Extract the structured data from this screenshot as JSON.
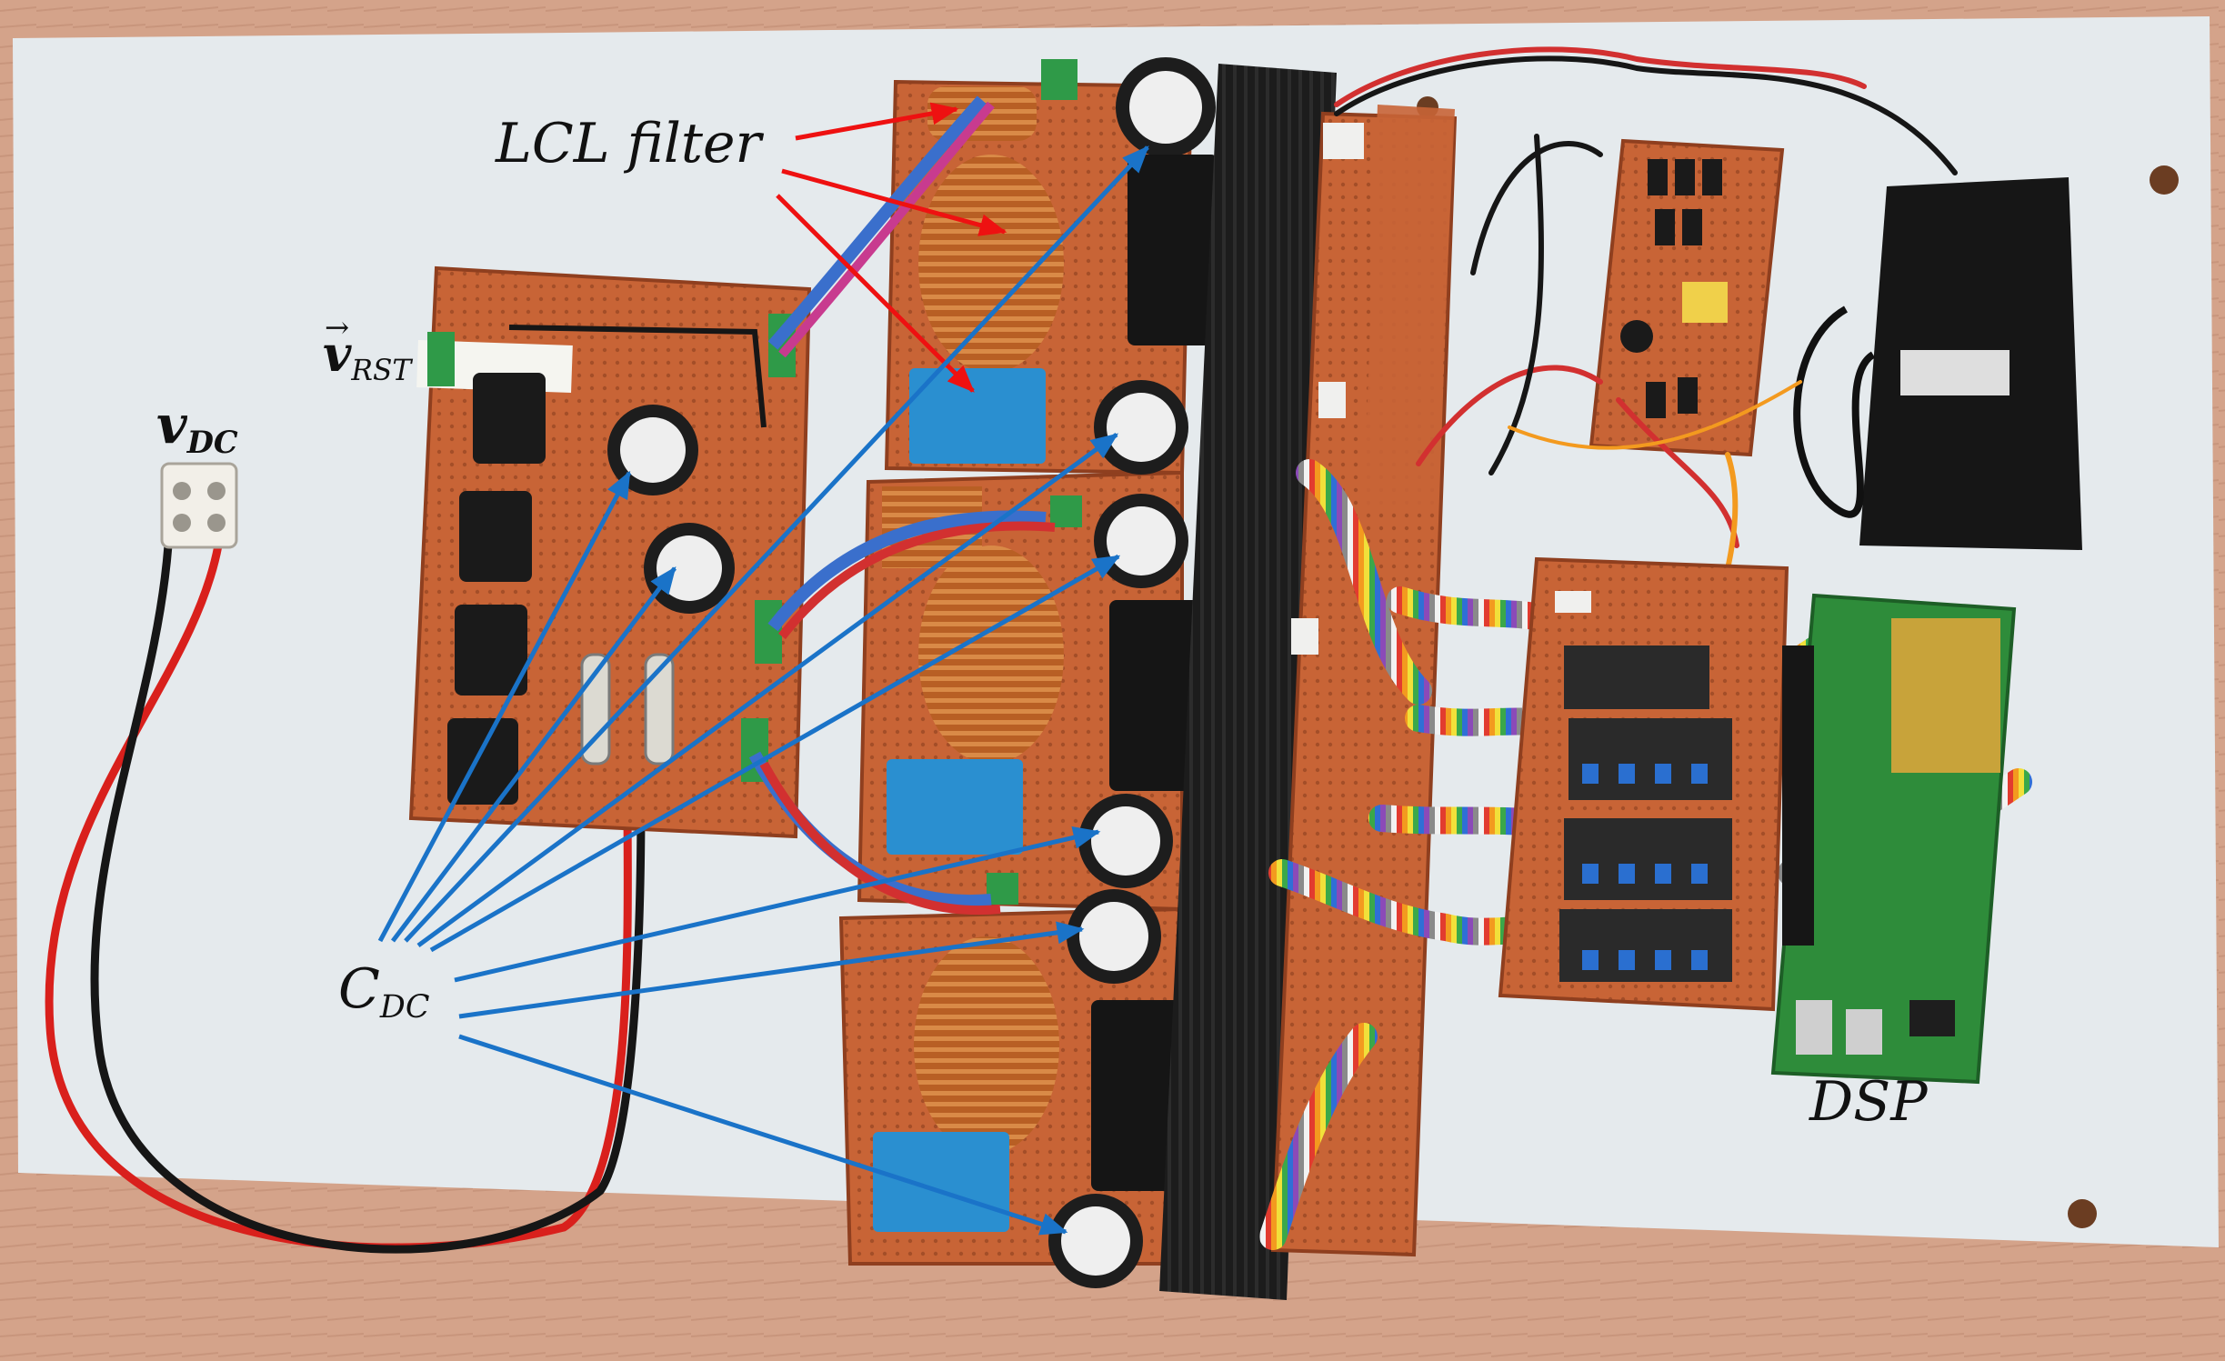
{
  "labels": {
    "lcl_filter": "LCL  filter",
    "v_rst_main": "v",
    "v_rst_sub": "RST",
    "v_dc_main": "v",
    "v_dc_sub": "DC",
    "c_dc_main": "C",
    "c_dc_sub": "DC",
    "dsp": "DSP"
  },
  "colors": {
    "wall": "#d4a38a",
    "panel": "#e6ebee",
    "pcb": "#c86436",
    "copper": "#c36a2a",
    "heatsink": "#1a1a1a",
    "red_arrow": "#ee1111",
    "blue_arrow": "#1a73c8"
  }
}
